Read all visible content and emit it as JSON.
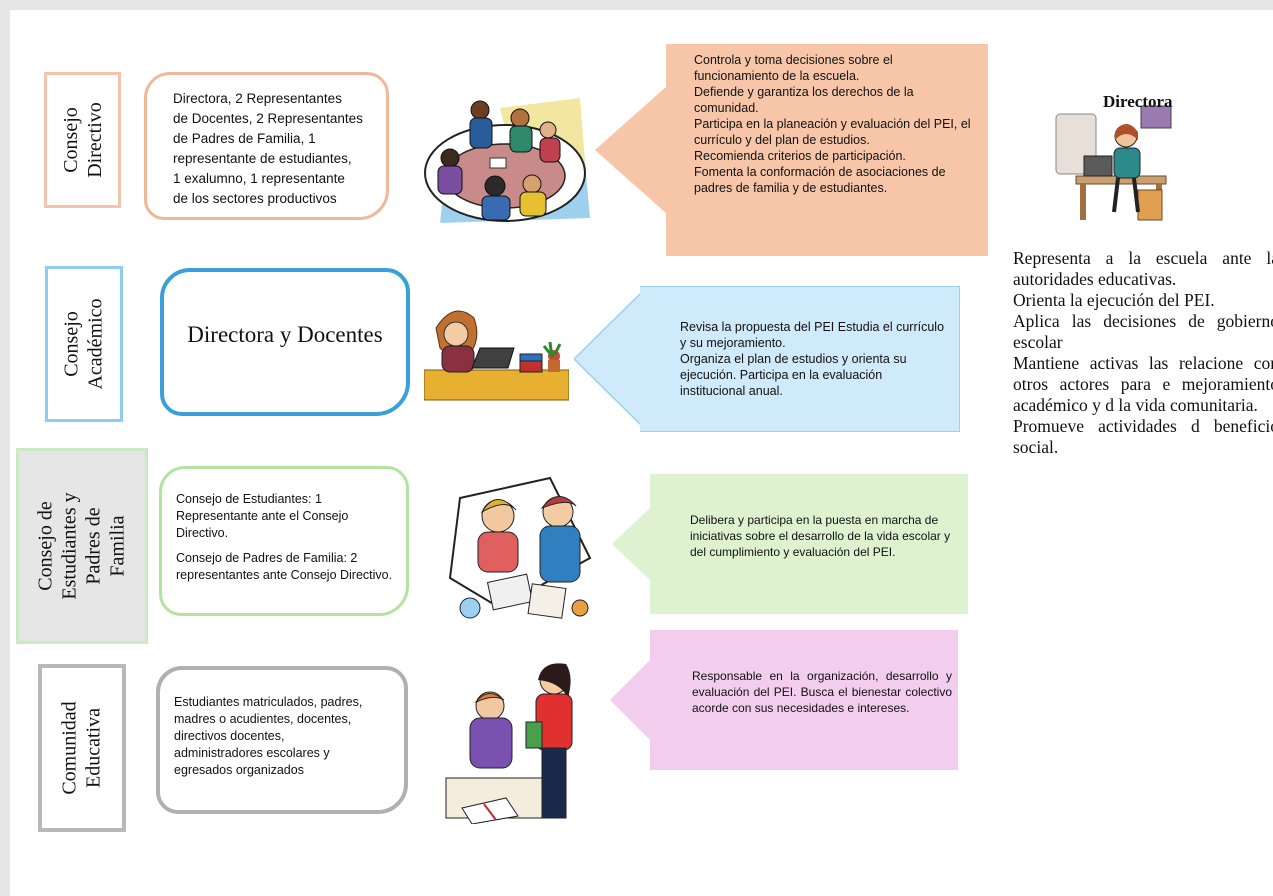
{
  "councils": [
    {
      "title_lines": [
        "Consejo",
        "Directivo"
      ],
      "members": [
        "Directora, 2 Representantes",
        "de Docentes, 2 Representantes",
        "de Padres de Familia,  1",
        "representante de estudiantes,",
        "1 exalumno,  1 representante",
        "de los sectores productivos"
      ],
      "functions": [
        "Controla y toma decisiones sobre el funcionamiento de la escuela.",
        "Defiende y garantiza los derechos de la comunidad.",
        "Participa en la planeación y evaluación del PEI, el currículo y del plan de estudios.",
        "Recomienda criterios de participación.",
        "Fomenta la conformación de asociaciones de padres de familia y de estudiantes."
      ],
      "border_color": "#f0b898",
      "function_color": "#f7c6a8",
      "image": "meeting-illustration"
    },
    {
      "title_lines": [
        "Consejo",
        "Académico"
      ],
      "members": [
        "Directora y Docentes"
      ],
      "functions": [
        "Revisa la propuesta del PEI Estudia el currículo y su mejoramiento.",
        "Organiza el plan de estudios y orienta su ejecución. Participa en la evaluación institucional anual."
      ],
      "border_color": "#8ecdf0",
      "function_color": "#cfeafb",
      "image": "teacher-laptop-illustration"
    },
    {
      "title_lines": [
        "Consejo de",
        "Estudiantes y",
        "Padres de",
        "Familia"
      ],
      "members": [
        "Consejo de Estudiantes: 1 Representante ante el Consejo Directivo.",
        "Consejo de Padres de Familia: 2 representantes ante Consejo Directivo."
      ],
      "functions": [
        "Delibera y participa en la puesta en marcha de iniciativas sobre el desarrollo de la vida escolar y del cumplimiento y evaluación del PEI."
      ],
      "border_color": "#c2e6b2",
      "function_color": "#dff2d0",
      "image": "parent-student-illustration"
    },
    {
      "title_lines": [
        "Comunidad",
        "Educativa"
      ],
      "members": [
        "Estudiantes matriculados, padres, madres o acudientes, docentes, directivos docentes, administradores escolares y egresados organizados"
      ],
      "functions": [
        "Responsable en la organización, desarrollo y evaluación del PEI. Busca el bienestar colectivo acorde con sus necesidades e intereses."
      ],
      "border_color": "#b8b8b8",
      "function_color": "#f2cdee",
      "image": "teacher-student-illustration"
    }
  ],
  "director": {
    "title": "Directora",
    "image": "director-desk-illustration",
    "lines": [
      "Representa a la escuela ante la autoridades educativas.",
      "Orienta la ejecución del PEI.",
      "Aplica las decisiones de gobierno escolar",
      "Mantiene activas las relacione con otros actores para e mejoramiento académico y d la vida comunitaria.",
      "Promueve actividades d beneficio social."
    ]
  }
}
